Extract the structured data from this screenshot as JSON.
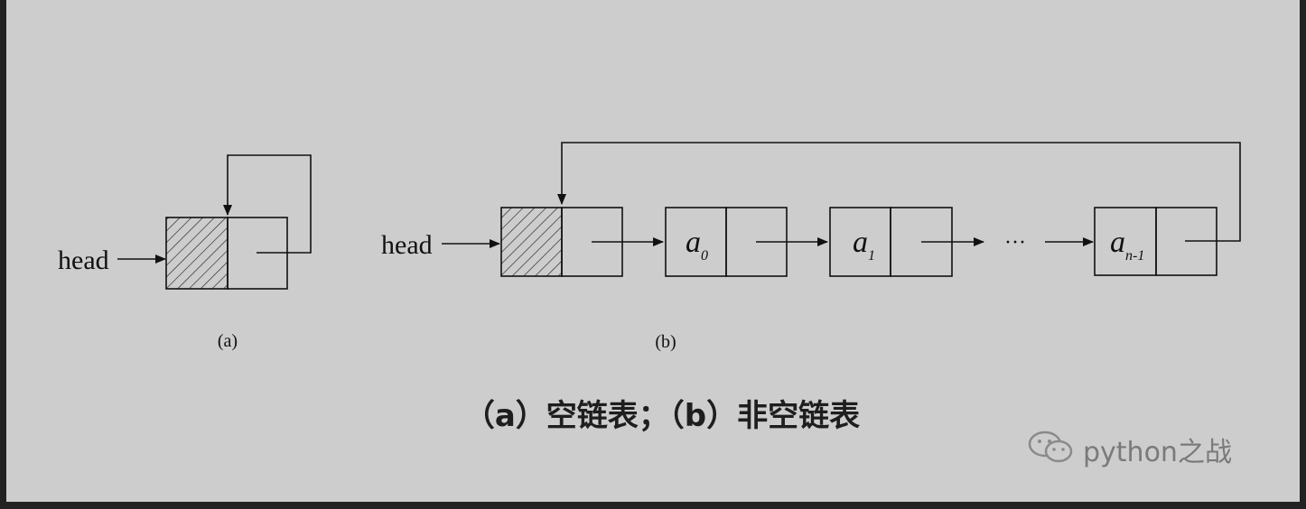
{
  "diagram_a": {
    "head_label": "head",
    "caption": "(a)"
  },
  "diagram_b": {
    "head_label": "head",
    "nodes": [
      {
        "symbol": "a",
        "subscript": "0"
      },
      {
        "symbol": "a",
        "subscript": "1"
      },
      {
        "symbol": "a",
        "subscript": "n-1"
      }
    ],
    "ellipsis": "···",
    "caption": "(b)"
  },
  "figure_caption": "（a）空链表；（b）非空链表",
  "watermark": {
    "icon": "wechat-icon",
    "text": "python之战"
  },
  "colors": {
    "background": "#cdcdcd",
    "stroke": "#1a1a1a",
    "frame": "#222222"
  }
}
